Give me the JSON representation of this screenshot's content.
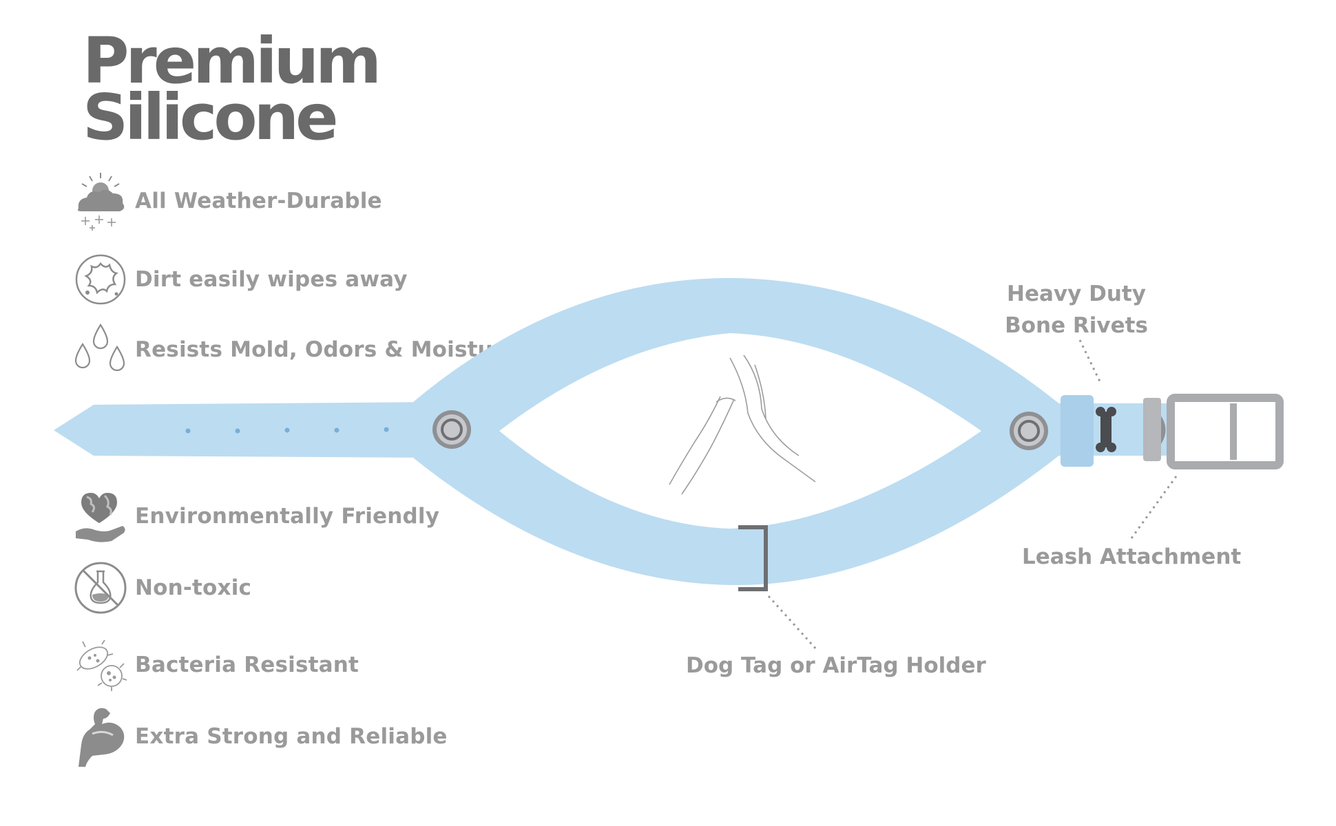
{
  "heading": {
    "line1": "Premium",
    "line2": "Silicone"
  },
  "features": [
    {
      "label": "All Weather-Durable",
      "icon": "weather-icon"
    },
    {
      "label": "Dirt easily wipes away",
      "icon": "dirt-splat-icon"
    },
    {
      "label": "Resists Mold, Odors & Moisture",
      "icon": "water-drops-icon"
    },
    {
      "label": "Environmentally Friendly",
      "icon": "earth-heart-hand-icon"
    },
    {
      "label": "Non-toxic",
      "icon": "no-chemical-icon"
    },
    {
      "label": "Bacteria Resistant",
      "icon": "bacteria-icon"
    },
    {
      "label": "Extra Strong and Reliable",
      "icon": "flexed-arm-icon"
    }
  ],
  "callouts": {
    "rivets_line1": "Heavy Duty",
    "rivets_line2": "Bone Rivets",
    "leash": "Leash Attachment",
    "tag": "Dog Tag or AirTag Holder"
  },
  "colors": {
    "collar": "#bcdcf1",
    "heading": "#6a6a6a",
    "label": "#9a9a9a",
    "metal": "#a9abae"
  }
}
